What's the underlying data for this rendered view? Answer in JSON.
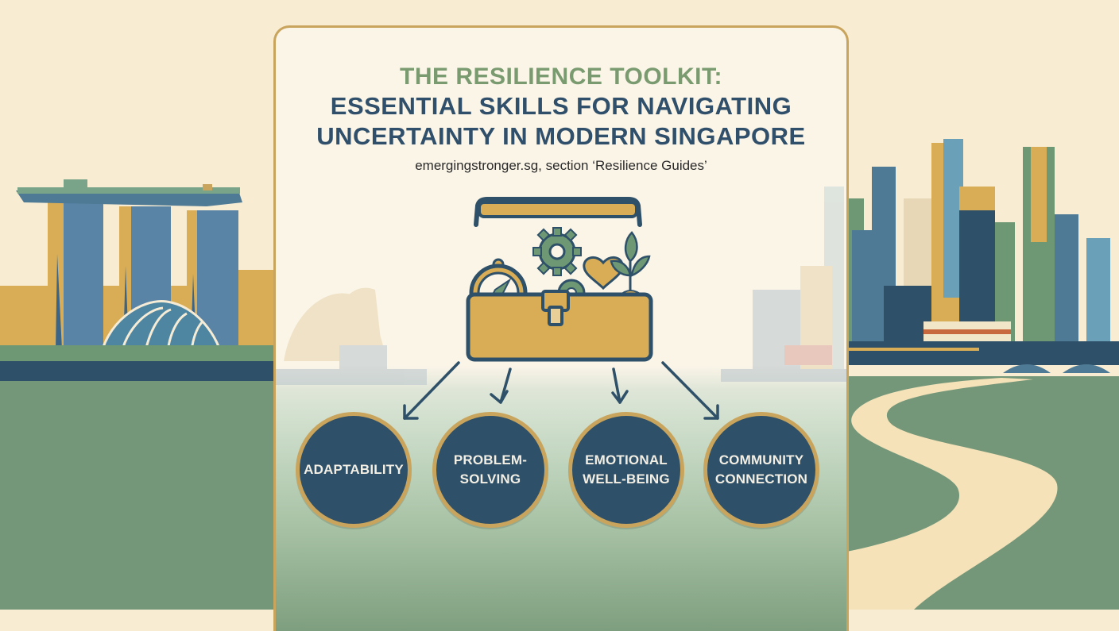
{
  "header": {
    "title_line1": "THE RESILIENCE TOOLKIT:",
    "title_line2": "ESSENTIAL SKILLS FOR NAVIGATING",
    "title_line3": "UNCERTAINTY IN MODERN SINGAPORE",
    "source": "emergingstronger.sg, section ‘Resilience Guides’"
  },
  "toolbox": {
    "label": "Resilience toolbox",
    "contents": [
      "compass-icon",
      "gear-icon",
      "small-gear-icon",
      "heart-icon",
      "sprout-icon"
    ]
  },
  "skills": [
    {
      "line1": "ADAPTABILITY",
      "line2": ""
    },
    {
      "line1": "PROBLEM-",
      "line2": "SOLVING"
    },
    {
      "line1": "EMOTIONAL",
      "line2": "WELL-BEING"
    },
    {
      "line1": "COMMUNITY",
      "line2": "CONNECTION"
    }
  ],
  "colors": {
    "background": "#f8ecd2",
    "title_green": "#7a9a6f",
    "title_navy": "#2f4f6a",
    "circle_fill": "#2e5068",
    "gold": "#c9a45c",
    "ground_green": "#74977a",
    "path_cream": "#f5e2b8"
  }
}
